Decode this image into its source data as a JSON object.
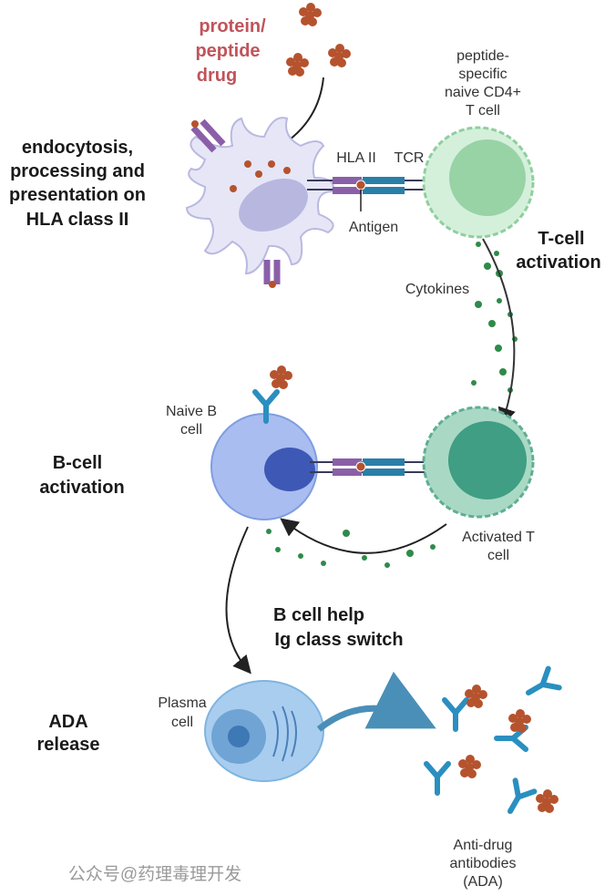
{
  "drug_label": {
    "line1": "protein/",
    "line2": "peptide",
    "line3": "drug"
  },
  "tcell_label": {
    "line1": "peptide-",
    "line2": "specific",
    "line3": "naive CD4+",
    "line4": "T cell"
  },
  "step1": {
    "line1": "endocytosis,",
    "line2": "processing and",
    "line3": "presentation on",
    "line4": "HLA class II"
  },
  "synapse": {
    "hla": "HLA II",
    "tcr": "TCR",
    "antigen": "Antigen"
  },
  "tact": {
    "line1": "T-cell",
    "line2": "activation"
  },
  "cytokines": "Cytokines",
  "naive_b": {
    "line1": "Naive B",
    "line2": "cell"
  },
  "bact": {
    "line1": "B-cell",
    "line2": "activation"
  },
  "activated_t": {
    "line1": "Activated T",
    "line2": "cell"
  },
  "help": {
    "line1": "B cell help",
    "line2": "Ig class switch"
  },
  "ada_release": {
    "line1": "ADA",
    "line2": "release"
  },
  "plasma": {
    "line1": "Plasma",
    "line2": "cell"
  },
  "antibodies": {
    "line1": "Anti-drug",
    "line2": "antibodies",
    "line3": "(ADA)"
  },
  "watermark": "公众号@药理毒理开发",
  "colors": {
    "drug": "#c0545a",
    "hla": "#8a5fa8",
    "tcr": "#2a7fa8",
    "antigen": "#b5532e",
    "cytokine": "#2e8b4a",
    "tcell": "#a9dcb5",
    "activated_tcell": "#3f9e84",
    "bcell": "#7f9ee0",
    "plasma": "#7fb4e0",
    "antibody": "#2a8fc0"
  }
}
